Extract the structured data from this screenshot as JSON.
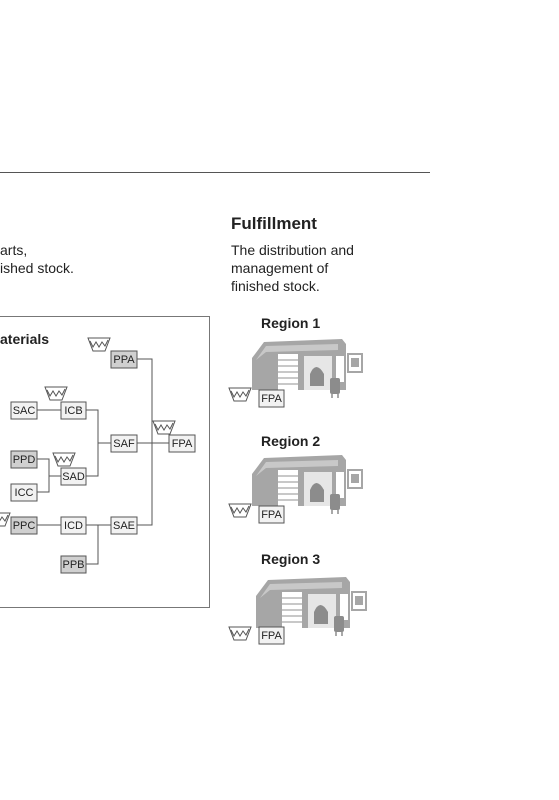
{
  "left_section": {
    "desc": "arts,\nished stock.",
    "panel_title": "aterials"
  },
  "fulfillment": {
    "title": "Fulfillment",
    "desc": "The distribution and\nmanagement of\nfinished stock."
  },
  "regions": [
    {
      "title": "Region 1",
      "box": "FPA"
    },
    {
      "title": "Region 2",
      "box": "FPA"
    },
    {
      "title": "Region 3",
      "box": "FPA"
    }
  ],
  "nodes": {
    "ppa": "PPA",
    "sac": "SAC",
    "icb": "ICB",
    "saf": "SAF",
    "fpa": "FPA",
    "ppd": "PPD",
    "sad": "SAD",
    "icc": "ICC",
    "ppc": "PPC",
    "icd": "ICD",
    "sae": "SAE",
    "ppb": "PPB"
  },
  "colors": {
    "grey_fill": "#d0d0d0",
    "white_fill": "#f2f2f2",
    "line": "#555555",
    "building": "#a6a6a6"
  }
}
